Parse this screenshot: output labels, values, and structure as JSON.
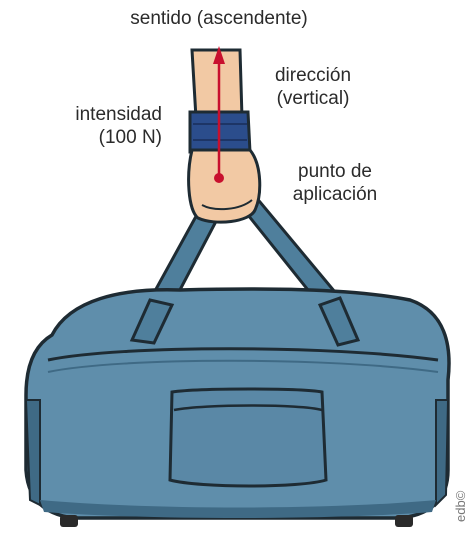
{
  "labels": {
    "sentido": "sentido (ascendente)",
    "direccion_line1": "dirección",
    "direccion_line2": "(vertical)",
    "intensidad_line1": "intensidad",
    "intensidad_line2": "(100 N)",
    "punto_line1": "punto de",
    "punto_line2": "aplicación"
  },
  "credit": "edb©",
  "colors": {
    "vector": "#c8102e",
    "bag": "#5f8eab",
    "bag_dark": "#3f6a85",
    "skin": "#f2c9a4",
    "wristband": "#2b4d8c"
  }
}
